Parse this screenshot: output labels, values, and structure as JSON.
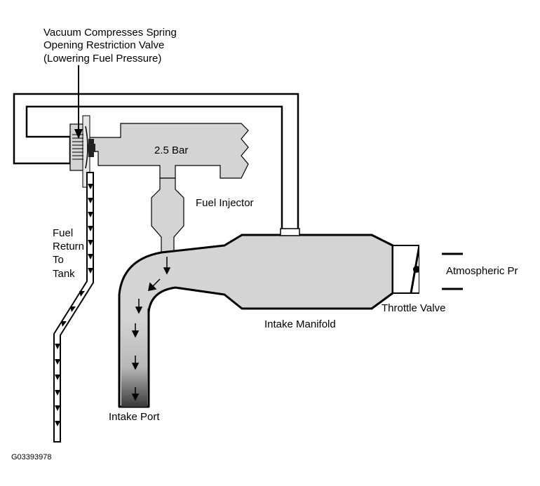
{
  "labels": {
    "vacuum_line1": "Vacuum Compresses Spring",
    "vacuum_line2": "Opening Restriction Valve",
    "vacuum_line3": "(Lowering Fuel Pressure)",
    "pressure": "2.5 Bar",
    "fuel_injector": "Fuel Injector",
    "fuel_return": [
      "Fuel",
      "Return",
      "To",
      "Tank"
    ],
    "atmospheric": "Atmospheric Pr",
    "throttle_valve": "Throttle Valve",
    "intake_manifold": "Intake Manifold",
    "intake_port": "Intake Port",
    "figure_code": "G03393978"
  },
  "colors": {
    "fill_gray": "#d4d4d4",
    "outline": "#000000",
    "port_gradient_dark": "#3a3a3a"
  }
}
